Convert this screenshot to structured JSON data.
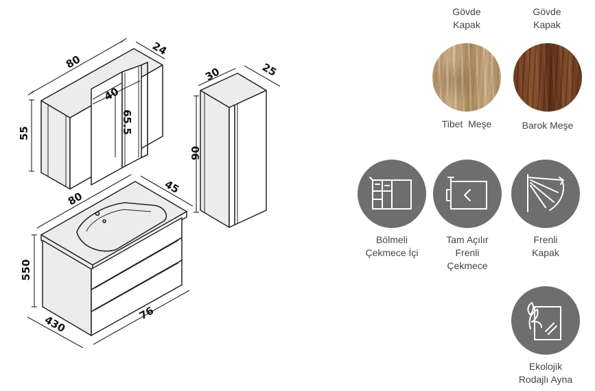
{
  "dimensions": {
    "mirror_cabinet": {
      "width": "80",
      "depth": "24",
      "height": "55",
      "door_width": "40",
      "door_height": "65.5"
    },
    "tall_cabinet": {
      "width": "30",
      "depth": "25",
      "height": "90"
    },
    "base_unit": {
      "top_width": "80",
      "depth": "45",
      "height": "550",
      "depth_bottom": "430",
      "front_width": "76"
    }
  },
  "finishes": [
    {
      "header": "Gövde\nKapak",
      "name": "Tibet  Meşe",
      "color": "#b99a72"
    },
    {
      "header": "Gövde\nKapak",
      "name": "Barok Meşe",
      "color": "#6e3d22"
    }
  ],
  "features": [
    {
      "label": "Bölmeli\nÇekmece İçi",
      "icon": "divided-drawer-icon"
    },
    {
      "label": "Tam Açılır\nFrenli\nÇekmece",
      "icon": "full-extension-drawer-icon"
    },
    {
      "label": "Frenli\nKapak",
      "icon": "soft-close-door-icon"
    },
    {
      "label": "Ekolojik\nRodajlı Ayna",
      "icon": "eco-mirror-icon"
    }
  ],
  "colors": {
    "icon_circle": "#6e6e6e",
    "label_text": "#444444"
  }
}
